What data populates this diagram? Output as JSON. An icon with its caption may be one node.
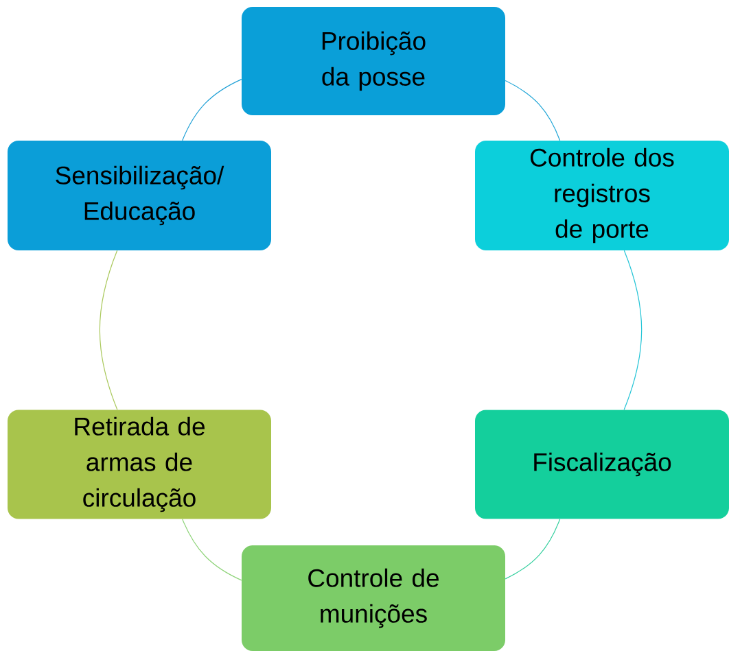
{
  "diagram": {
    "nodes": [
      {
        "text": [
          "Proibição da posse"
        ]
      },
      {
        "text": [
          "Controle dos registros de porte"
        ]
      },
      {
        "text": [
          "Fiscalização"
        ]
      },
      {
        "text": [
          "Controle de munições"
        ]
      },
      {
        "text": [
          "Retirada de armas de circulação"
        ]
      },
      {
        "text": [
          "Sensibilização/ Educação"
        ]
      }
    ],
    "edges": [
      {
        "from": 0,
        "to": 1,
        "arrow": "none",
        "color": "#1fa5d6"
      },
      {
        "from": 1,
        "to": 2,
        "arrow": "none",
        "color": "#22c4d6"
      },
      {
        "from": 2,
        "to": 3,
        "arrow": "none",
        "color": "#34cf9e"
      },
      {
        "from": 3,
        "to": 4,
        "arrow": "none",
        "color": "#8fd47a"
      },
      {
        "from": 4,
        "to": 5,
        "arrow": "none",
        "color": "#a9c85a"
      },
      {
        "from": 5,
        "to": 0,
        "arrow": "none",
        "color": "#1fa0d6"
      }
    ]
  }
}
